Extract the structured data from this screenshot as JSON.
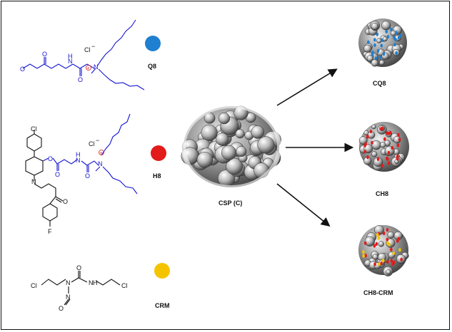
{
  "labels": {
    "q8": "Q8",
    "h8": "H8",
    "crm": "CRM",
    "csp": "CSP (C)",
    "cq8": "CQ8",
    "ch8": "CH8",
    "ch8_crm": "CH8-CRM"
  },
  "atoms": {
    "chloride": "Cl",
    "chloride_charge": "−",
    "positive_charge": "+",
    "nitrogen": "N",
    "amide_nitrogen": "N",
    "amide_h": "H",
    "oxygen": "O",
    "chlorine": "Cl",
    "fluorine": "F",
    "carbamoyl_nh": "N",
    "carbamoyl_h": "H"
  },
  "colors": {
    "q8_marker": "#1f7fd0",
    "h8_marker": "#e21b1b",
    "crm_marker": "#f5c400",
    "structure_blue": "#1515d0",
    "structure_black": "#111111",
    "charge_red": "#d01515",
    "arrow": "#111111"
  }
}
